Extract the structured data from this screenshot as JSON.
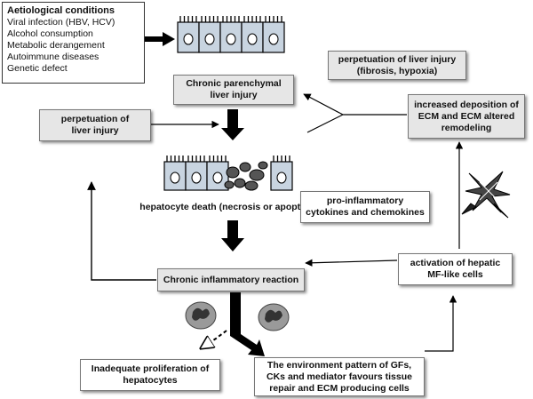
{
  "aetiological": {
    "title": "Aetiological conditions",
    "items": [
      "Viral infection (HBV, HCV)",
      "Alcohol consumption",
      "Metabolic derangement",
      "Autoimmune diseases",
      "Genetic defect"
    ]
  },
  "boxes": {
    "chronic_injury": [
      "Chronic parenchymal",
      "liver injury"
    ],
    "perpetuation_fibrosis": [
      "perpetuation of liver injury",
      "(fibrosis, hypoxia)"
    ],
    "perpetuation_left": [
      "perpetuation of",
      "liver injury"
    ],
    "ecm": [
      "increased deposition of",
      "ECM and ECM altered",
      "remodeling"
    ],
    "cytokines": [
      "pro-inflammatory",
      "cytokines and chemokines"
    ],
    "inflammatory": "Chronic inflammatory reaction",
    "activation": [
      "activation of hepatic",
      "MF-like cells"
    ],
    "inadequate": [
      "Inadequate proliferation of",
      "hepatocytes"
    ],
    "environment": [
      "The environment pattern of GFs,",
      "CKs and mediator favours tissue",
      "repair and ECM producing cells"
    ]
  },
  "labels": {
    "hepatocyte_death": "hepatocyte death (necrosis or apoptosis)"
  }
}
